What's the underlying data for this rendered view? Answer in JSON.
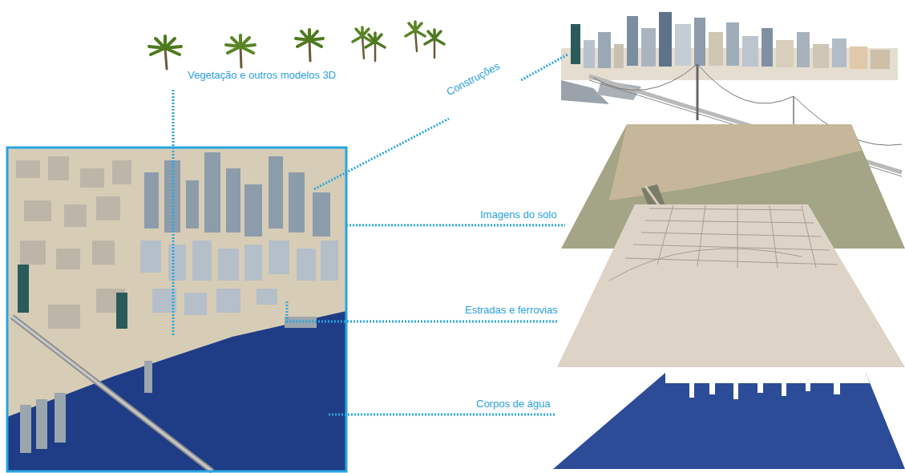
{
  "diagram": {
    "labels": [
      "Vegetação e outros modelos 3D",
      "Construções",
      "Imagens do solo",
      "Estradas e ferrovias",
      "Corpos de água"
    ]
  }
}
